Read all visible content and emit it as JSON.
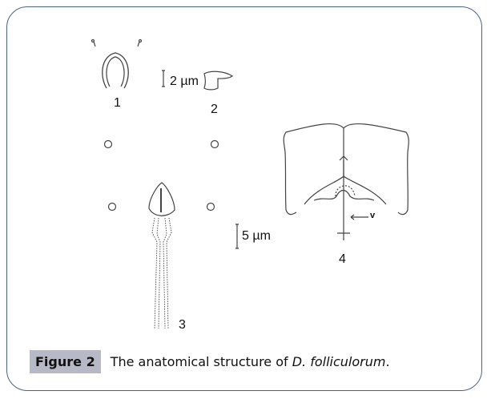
{
  "figure": {
    "panel_labels": [
      "1",
      "2",
      "3",
      "4"
    ],
    "scale_bar_small": "2 µm",
    "scale_bar_large": "5 µm",
    "arrow_label": "v"
  },
  "caption": {
    "tag": "Figure 2",
    "text": "The anatomical structure of ",
    "species": "D. folliculorum",
    "end": "."
  },
  "colors": {
    "border": "#4a6288",
    "tag_bg": "#b7bac6"
  }
}
